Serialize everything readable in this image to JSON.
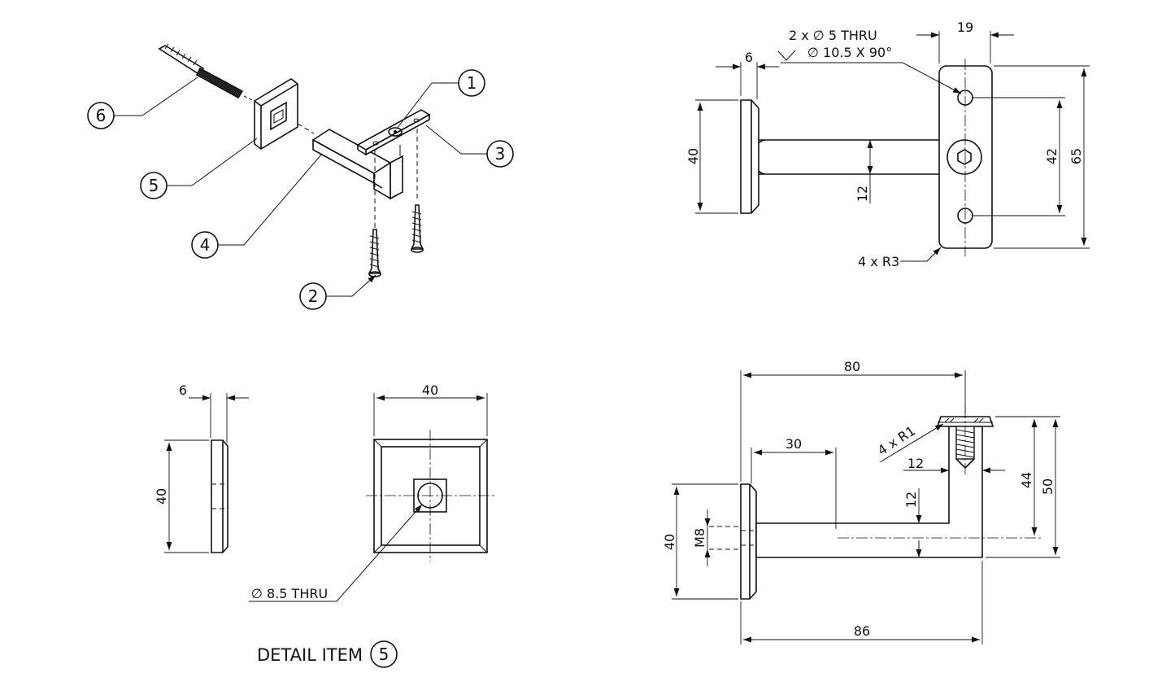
{
  "top_right_view": {
    "dims": {
      "plate_thickness": "6",
      "base_width": "19",
      "plate_height": "40",
      "bar_height": "12",
      "hole_spacing": "42",
      "base_length": "65"
    },
    "notes": {
      "holes_line1": "2 x ∅ 5 THRU",
      "holes_line2": "∅ 10.5 X 90°",
      "radius": "4 x R3"
    }
  },
  "detail_view": {
    "dims": {
      "thickness": "6",
      "side_height": "40",
      "front_width": "40"
    },
    "hole_note": "∅ 8.5 THRU",
    "title_text": "DETAIL ITEM",
    "title_item": "5"
  },
  "side_view": {
    "dims": {
      "overall_top": "80",
      "thread_length": "30",
      "radius": "4 x R1",
      "base_offset": "12",
      "bar_height": "12",
      "plate_height": "40",
      "thread": "M8",
      "height_44": "44",
      "height_50": "50",
      "overall_bottom": "86"
    }
  },
  "balloons": [
    "1",
    "2",
    "3",
    "4",
    "5",
    "6"
  ],
  "colors": {
    "line": "#111111",
    "background": "#ffffff"
  }
}
